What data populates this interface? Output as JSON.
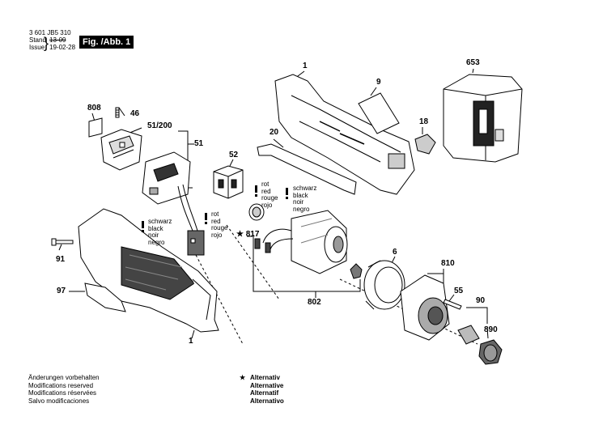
{
  "header": {
    "part_number": "3 601 JB5 310",
    "stand_label": "Stand",
    "issue_label": "Issue",
    "date_old": "13-09",
    "date_new": "19-02-28",
    "figure_label": "Fig. /Abb. 1"
  },
  "callouts": {
    "c808": "808",
    "c46": "46",
    "c51_200": "51/200",
    "c51": "51",
    "c52": "52",
    "c20": "20",
    "c1_top": "1",
    "c9": "9",
    "c653": "653",
    "c18": "18",
    "c91": "91",
    "c97": "97",
    "c1_bottom": "1",
    "c817": "817",
    "c802": "802",
    "c6": "6",
    "c810": "810",
    "c55": "55",
    "c90": "90",
    "c890": "890"
  },
  "wire_labels": {
    "left_black": [
      "schwarz",
      "black",
      "noir",
      "negro"
    ],
    "left_red": [
      "rot",
      "red",
      "rouge",
      "rojo"
    ],
    "motor_red": [
      "rot",
      "red",
      "rouge",
      "rojo"
    ],
    "motor_black": [
      "schwarz",
      "black",
      "noir",
      "negro"
    ]
  },
  "footer": {
    "notes": [
      "Änderungen vorbehalten",
      "Modifications reserved",
      "Modifications réservées",
      "Salvo modificaciones"
    ],
    "alternatives": [
      "Alternativ",
      "Alternative",
      "Alternatif",
      "Alternativo"
    ]
  }
}
